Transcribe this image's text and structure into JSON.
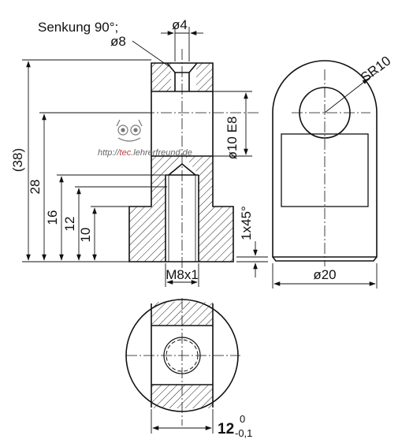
{
  "labels": {
    "senkung_line1": "Senkung 90°;",
    "senkung_line2": "ø8",
    "dia4": "ø4",
    "sr10": "SR10",
    "dia10e8": "ø10 E8",
    "dim38": "(38)",
    "dim28": "28",
    "dim16": "16",
    "dim12": "12",
    "dim10": "10",
    "chamfer": "1x45°",
    "thread": "M8x1",
    "dia20": "ø20",
    "width_nominal": "12",
    "tol_upper": "0",
    "tol_lower": "-0,1"
  },
  "watermark": {
    "text_pre": "http://",
    "text_accent": "tec",
    "text_post": ".lehrerfreund.de",
    "accent_color": "#c04040"
  },
  "colors": {
    "line": "#111111",
    "hatch": "#222222"
  }
}
